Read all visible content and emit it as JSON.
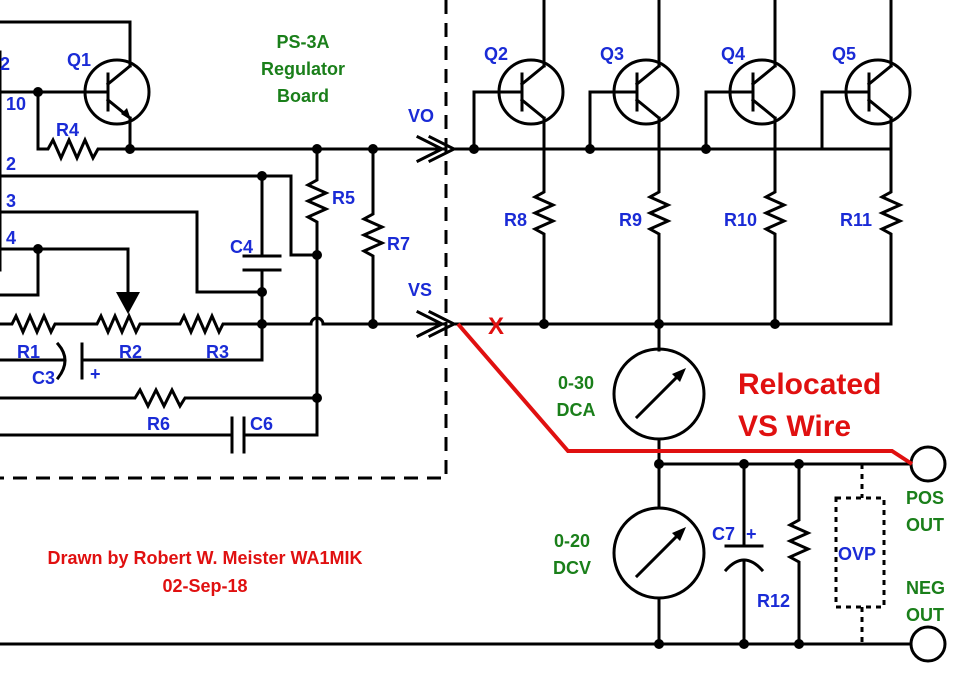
{
  "board": {
    "title_line1": "PS-3A",
    "title_line2": "Regulator",
    "title_line3": "Board"
  },
  "connectors": {
    "vo": "VO",
    "vs": "VS"
  },
  "pin_numbers": [
    "2",
    "10",
    "2",
    "3",
    "4"
  ],
  "transistors": [
    "Q1",
    "Q2",
    "Q3",
    "Q4",
    "Q5"
  ],
  "resistors": [
    "R1",
    "R2",
    "R3",
    "R4",
    "R5",
    "R6",
    "R7",
    "R8",
    "R9",
    "R10",
    "R11",
    "R12"
  ],
  "capacitors": [
    "C3",
    "C4",
    "C6",
    "C7"
  ],
  "polarity_mark": "+",
  "break_mark": "X",
  "ammeter": {
    "line1": "0-30",
    "line2": "DCA"
  },
  "voltmeter": {
    "line1": "0-20",
    "line2": "DCV"
  },
  "ovp": "OVP",
  "terminals": {
    "pos_line1": "POS",
    "pos_line2": "OUT",
    "neg_line1": "NEG",
    "neg_line2": "OUT"
  },
  "annotation": {
    "line1": "Relocated",
    "line2": "VS Wire"
  },
  "credit": {
    "line1": "Drawn by Robert W. Meister WA1MIK",
    "line2": "02-Sep-18"
  },
  "colors": {
    "wire": "#000000",
    "label": "#1a2bd6",
    "board_text": "#1a7f1a",
    "highlight": "#e01010"
  }
}
